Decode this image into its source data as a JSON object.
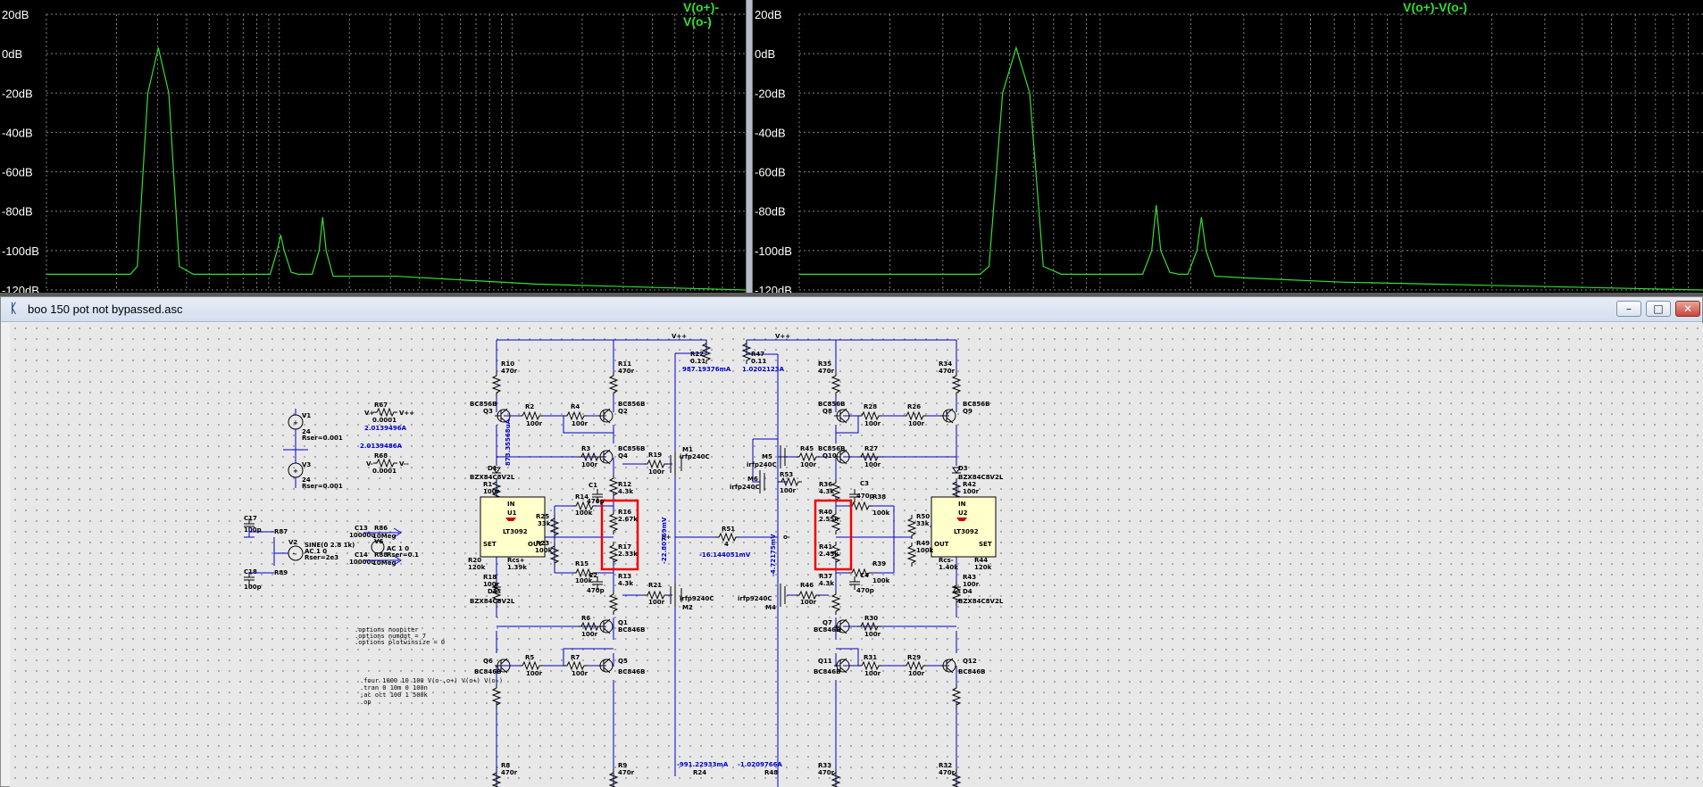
{
  "colors": {
    "plot_bg": "#000000",
    "grid": "#808080",
    "trace": "#33dd33",
    "wire": "#0000cc",
    "highlight": "#ee0000",
    "ic_fill": "#ffffcc"
  },
  "plots": {
    "left": {
      "trace_label": "V(o+)-V(o-)",
      "yticks": [
        "20dB",
        "0dB",
        "-20dB",
        "-40dB",
        "-60dB",
        "-80dB",
        "-100dB",
        "-120dB"
      ]
    },
    "right": {
      "trace_label": "V(o+)-V(o-)",
      "yticks": [
        "20dB",
        "0dB",
        "-20dB",
        "-40dB",
        "-60dB",
        "-80dB",
        "-100dB",
        "-120dB"
      ]
    }
  },
  "chart_data": [
    {
      "type": "line",
      "series": [
        {
          "name": "V(o+)-V(o-)",
          "x": [
            0,
            0.12,
            0.13,
            0.145,
            0.16,
            0.175,
            0.19,
            0.21,
            0.32,
            0.33,
            0.335,
            0.34,
            0.35,
            0.36,
            0.38,
            0.39,
            0.395,
            0.4,
            0.41,
            0.5,
            0.6,
            0.7,
            0.8,
            0.9,
            1.0
          ],
          "y": [
            -112,
            -112,
            -108,
            -20,
            3,
            -20,
            -108,
            -112,
            -112,
            -100,
            -92,
            -100,
            -111,
            -112,
            -112,
            -100,
            -83,
            -100,
            -113,
            -113,
            -115,
            -117,
            -118,
            -119,
            -120
          ]
        }
      ],
      "ylim": [
        -120,
        20
      ],
      "grid": true
    },
    {
      "type": "line",
      "series": [
        {
          "name": "V(o+)-V(o-)",
          "x": [
            0,
            0.2,
            0.21,
            0.225,
            0.24,
            0.255,
            0.27,
            0.29,
            0.38,
            0.39,
            0.395,
            0.4,
            0.41,
            0.42,
            0.43,
            0.44,
            0.445,
            0.45,
            0.46,
            0.5,
            0.6,
            0.7,
            0.8,
            0.9,
            1.0
          ],
          "y": [
            -112,
            -112,
            -108,
            -20,
            3,
            -20,
            -108,
            -112,
            -112,
            -100,
            -77,
            -100,
            -111,
            -112,
            -112,
            -100,
            -83,
            -100,
            -113,
            -114,
            -116,
            -117,
            -118,
            -119,
            -120
          ]
        }
      ],
      "ylim": [
        -120,
        20
      ],
      "grid": true
    }
  ],
  "window": {
    "title_icon": "ltspice-schematic-icon",
    "title": "boo 150 pot not bypassed.asc",
    "minimize_label": "–",
    "maximize_label": "□",
    "close_label": "✕"
  },
  "schematic": {
    "supplies": {
      "vpp": "V++",
      "v1": "V1",
      "v1_val": "24",
      "v1_rser": "Rser=0.001",
      "v3": "V3",
      "v3_val": "24",
      "v3_rser": "Rser=0.001",
      "r67": "R67",
      "r67_val": "0.0001",
      "r67_meas": "2.0139496A",
      "r68": "R68",
      "r68_val": "0.0001",
      "r68_meas": "2.0139486A"
    },
    "source": {
      "v2": "V2",
      "v2_sine": "SINE(0 2.8 1k)",
      "v2_ac": "AC 1 0",
      "v2_rser": "Rser=2e3",
      "c17": "C17",
      "c17_val": "100p",
      "c18": "C18",
      "c18_val": "100p",
      "r87": "R87",
      "r89": "R89",
      "c13": "C13",
      "c13_val": "10000u",
      "c14": "C14",
      "c14_val": "10000u",
      "r86": "R86",
      "r88": "R88",
      "r_val": "10Meg",
      "v6": "V6",
      "v6_ac": "AC 1 0",
      "v6_rser": "Rser=0.1"
    },
    "directives": [
      ".options noopiter",
      ".options numdgt = 7",
      ".options plotwinsize = 0",
      ".four 1000 10 100 V(o-,o+) V(o+) V(o-)",
      ".tran 0 10m 0 100n",
      ";ac oct 100 1 500k",
      ".op"
    ],
    "left_half": {
      "r10": "R10",
      "r10_val": "470r",
      "r11": "R11",
      "r11_val": "470r",
      "r22": "R22",
      "r22_val": "0.11",
      "r22_meas": "987.19376mA",
      "q3": "Q3",
      "q3_type": "BC856B",
      "q2": "Q2",
      "q2_type": "BC856B",
      "q4": "Q4",
      "q4_type": "BC856B",
      "r2": "R2",
      "r4": "R4",
      "r3": "R3",
      "r100": "100r",
      "d1": "D1",
      "d1_type": "BZX84C8V2L",
      "r1": "R1",
      "r1_val": "100r",
      "m1": "M1",
      "m1_type": "irfp240C",
      "r19": "R19",
      "r19_val": "100r",
      "c1": "C1",
      "c1_val": "470p",
      "r12": "R12",
      "r12_val": "4.3k",
      "r14": "R14",
      "r14_val": "100k",
      "r16": "R16",
      "r16_val": "2.67k",
      "r17": "R17",
      "r17_val": "2.33k",
      "r25": "R25",
      "r25_val": "33k",
      "r23": "R23",
      "r23_val": "100k",
      "r15": "R15",
      "r15_val": "100k",
      "c2": "C2",
      "c2_val": "470p",
      "r13": "R13",
      "r13_val": "4.3k",
      "u1": "U1",
      "u1_type": "LT3092",
      "u1_in": "IN",
      "u1_set": "SET",
      "u1_out": "OUT",
      "r20": "R20",
      "r20_val": "120k",
      "rcs": "Rcs+",
      "rcs_val": "1.39k",
      "r18": "R18",
      "r18_val": "100r",
      "d2": "D2",
      "d2_type": "BZX84C8V2L",
      "r21": "R21",
      "r21_val": "100r",
      "m2": "M2",
      "m2_type": "irfp9240C",
      "q1": "Q1",
      "q1_type": "BC846B",
      "q5": "Q5",
      "q5_type": "BC846B",
      "q6": "Q6",
      "q6_type": "BC846B",
      "r6": "R6",
      "r5": "R5",
      "r7": "R7",
      "r8": "R8",
      "r8_val": "470r",
      "r9": "R9",
      "r9_val": "470r",
      "r24": "R24",
      "r24_meas": "-991.22933mA",
      "meas_v1": "-22.80769mV",
      "meas_v2": "-16.144051mV",
      "meas_i1": "873.35568uA",
      "o_plus": "o+"
    },
    "center": {
      "r51": "R51",
      "r51_val": "4",
      "o_minus": "o-",
      "meas_v3": "-4.72175mV"
    },
    "right_half": {
      "r47": "R47",
      "r47_val": "0.11",
      "r47_meas": "1.0202123A",
      "r35": "R35",
      "r35_val": "470r",
      "r34": "R34",
      "r34_val": "470r",
      "q8": "Q8",
      "q8_type": "BC856B",
      "q9": "Q9",
      "q9_type": "BC856B",
      "q10": "Q10",
      "q10_type": "BC856B",
      "r28": "R28",
      "r26": "R26",
      "r27": "R27",
      "r100": "100r",
      "m5": "M5",
      "m5_type": "irfp240C",
      "m6": "M6",
      "m6_type": "irfp240C",
      "r45": "R45",
      "r45_val": "100r",
      "r53": "R53",
      "r53_val": "100r",
      "r36": "R36",
      "r36_val": "4.3k",
      "c3": "C3",
      "c3_val": "470p",
      "r38": "R38",
      "r38_val": "100k",
      "r40": "R40",
      "r40_val": "2.55k",
      "r41": "R41",
      "r41_val": "2.45k",
      "r50": "R50",
      "r50_val": "33k",
      "r49": "R49",
      "r49_val": "100k",
      "r39": "R39",
      "r39_val": "100k",
      "r37": "R37",
      "r37_val": "4.3k",
      "c4": "C4",
      "c4_val": "470p",
      "d3": "D3",
      "d3_type": "BZX84C8V2L",
      "r42": "R42",
      "r42_val": "100r",
      "u2": "U2",
      "u2_type": "LT3092",
      "u2_in": "IN",
      "u2_out": "OUT",
      "u2_set": "SET",
      "rcs": "Rcs-",
      "rcs_val": "1.40k",
      "r44": "R44",
      "r44_val": "120k",
      "r43": "R43",
      "r43_val": "100r",
      "d4": "D4",
      "d4_type": "BZX84C8V2L",
      "r46": "R46",
      "r46_val": "100r",
      "m4": "M4",
      "m4_type": "irfp9240C",
      "q7": "Q7",
      "q7_type": "BC846B",
      "q11": "Q11",
      "q11_type": "BC846B",
      "q12": "Q12",
      "q12_type": "BC846B",
      "r30": "R30",
      "r31": "R31",
      "r29": "R29",
      "r33": "R33",
      "r33_val": "470r",
      "r32": "R32",
      "r32_val": "470r",
      "r48": "R48",
      "r48_meas": "-1.0209766A"
    }
  }
}
